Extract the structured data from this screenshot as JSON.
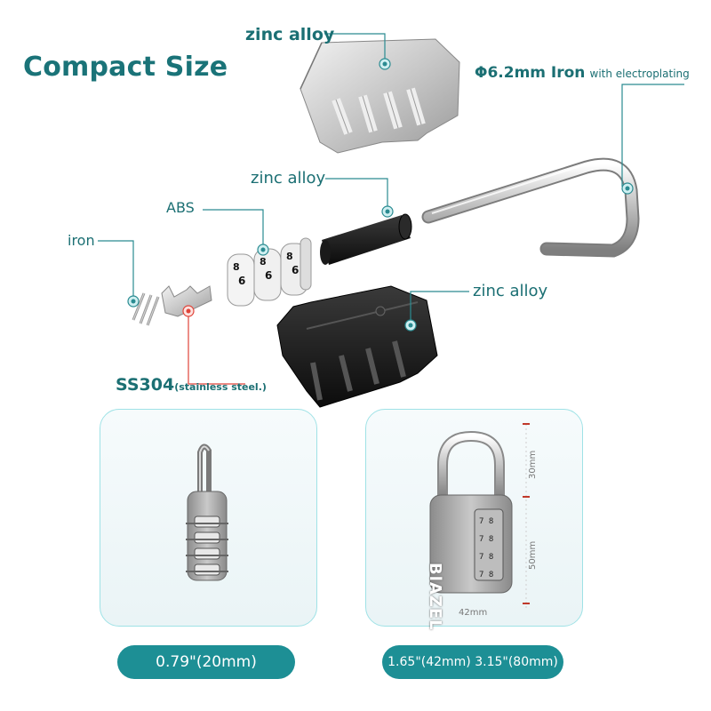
{
  "title": "Compact Size",
  "labels": {
    "zinc_top": "zinc alloy",
    "shackle_main": "Φ6.2mm Iron",
    "shackle_sub": "with electroplating",
    "zinc_mid": "zinc alloy",
    "abs": "ABS",
    "iron": "iron",
    "zinc_body": "zinc alloy",
    "ss_main": "SS304",
    "ss_sub": "(stainless steel.)"
  },
  "dimensions": {
    "shackle_height": "30mm",
    "body_height": "50mm",
    "width": "42mm"
  },
  "pills": {
    "thickness": "0.79\"(20mm)",
    "size": "1.65\"(42mm) 3.15\"(80mm)"
  },
  "brand_text": "BlAZEL",
  "dial_digits": [
    "7 8",
    "7 8",
    "7 8",
    "7 8"
  ],
  "colors": {
    "teal": "#1a7378",
    "pill": "#1d8f95",
    "panel_border": "#9fe2e6",
    "accent_red": "#e0443a"
  }
}
